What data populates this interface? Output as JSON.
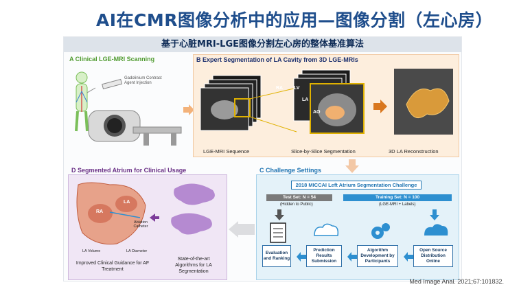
{
  "slide": {
    "title": "AI在CMR图像分析中的应用—图像分割（左心房）",
    "citation": "Med Image Anal. 2021;67:101832."
  },
  "figure": {
    "title": "基于心脏MRI-LGE图像分割左心房的整体基准算法",
    "panel_a": {
      "label": "A  Clinical LGE-MRI Scanning",
      "note": "Gadolinium Contrast Agent Injection"
    },
    "panel_b": {
      "label": "B  Expert Segmentation of LA Cavity from 3D LGE-MRIs",
      "caption_1": "LGE-MRI Sequence",
      "caption_2": "Slice-by-Slice Segmentation",
      "caption_3": "3D LA Reconstruction",
      "tags": [
        "RA",
        "LV",
        "LA",
        "AO"
      ]
    },
    "panel_c": {
      "label": "C  Challenge Settings",
      "challenge": "2018 MICCAI Left Atrium Segmentation Challenge",
      "test_set": "Test Set: N = 54",
      "test_note": "(Hidden to Public)",
      "training_set": "Training Set: N = 100",
      "training_note": "(LGE-MRI + Labels)",
      "steps": [
        "Evaluation and Ranking",
        "Prediction Results Submission",
        "Algorithm Development by Participants",
        "Open Source Distribution Online"
      ]
    },
    "panel_d": {
      "label": "D  Segmented Atrium for Clinical Usage",
      "tags": [
        "RA",
        "LA",
        "Ablation Catheter",
        "LA Volume",
        "LA Diameter"
      ],
      "caption_1": "Improved Clinical Guidance for AF Treatment",
      "caption_2": "State-of-the-art Algorithms for LA Segmentation"
    }
  },
  "colors": {
    "title": "#1f4e8c",
    "panel_b_bg": "#fdeedd",
    "panel_c_bg": "#e4f2f9",
    "panel_d_bg": "#f0e6f5",
    "arrow_orange": "#f3b27a",
    "arrow_purple": "#7c3b9a",
    "arrow_blue": "#2d8fd0"
  }
}
